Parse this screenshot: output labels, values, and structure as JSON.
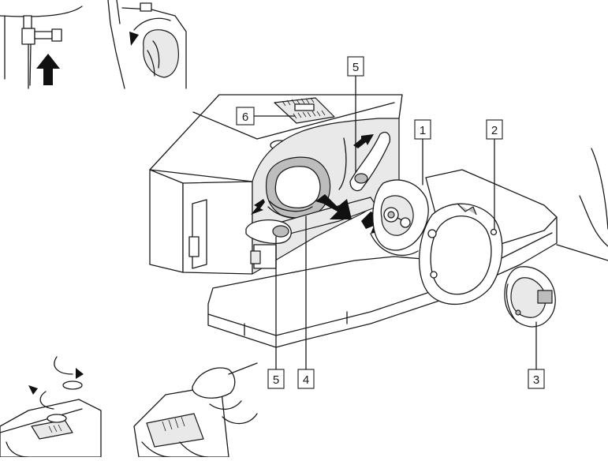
{
  "callouts": {
    "c1": "1",
    "c2": "2",
    "c3": "3",
    "c4": "4",
    "c5_top": "5",
    "c5_bottom": "5",
    "c6": "6"
  },
  "colors": {
    "ink": "#1a1a1a",
    "arrow": "#111111",
    "background": "#ffffff"
  }
}
